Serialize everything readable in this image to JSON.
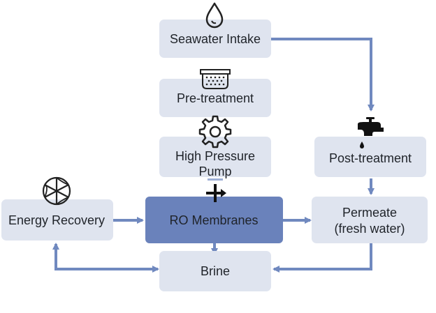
{
  "diagram": {
    "nodes": {
      "seawater_intake": {
        "label": "Seawater Intake",
        "icon": "water-drop-icon"
      },
      "pre_treatment": {
        "label": "Pre-treatment",
        "icon": "filter-icon"
      },
      "high_pressure_pump": {
        "label_line1": "High Pressure",
        "label_line2": "Pump",
        "icon": "gear-icon"
      },
      "ro_membranes": {
        "label": "RO Membranes",
        "icon": "plus-arrow-icon"
      },
      "energy_recovery": {
        "label": "Energy Recovery",
        "icon": "turbine-wheel-icon"
      },
      "brine": {
        "label": "Brine"
      },
      "post_treatment": {
        "label": "Post-treatment",
        "icon": "faucet-icon"
      },
      "permeate": {
        "label_line1": "Permeate",
        "label_line2": "(fresh water)"
      }
    },
    "colors": {
      "node_fill": "#dfe4ef",
      "node_fill_primary": "#6a82bb",
      "arrow": "#7089bf",
      "icon": "#222222"
    }
  }
}
